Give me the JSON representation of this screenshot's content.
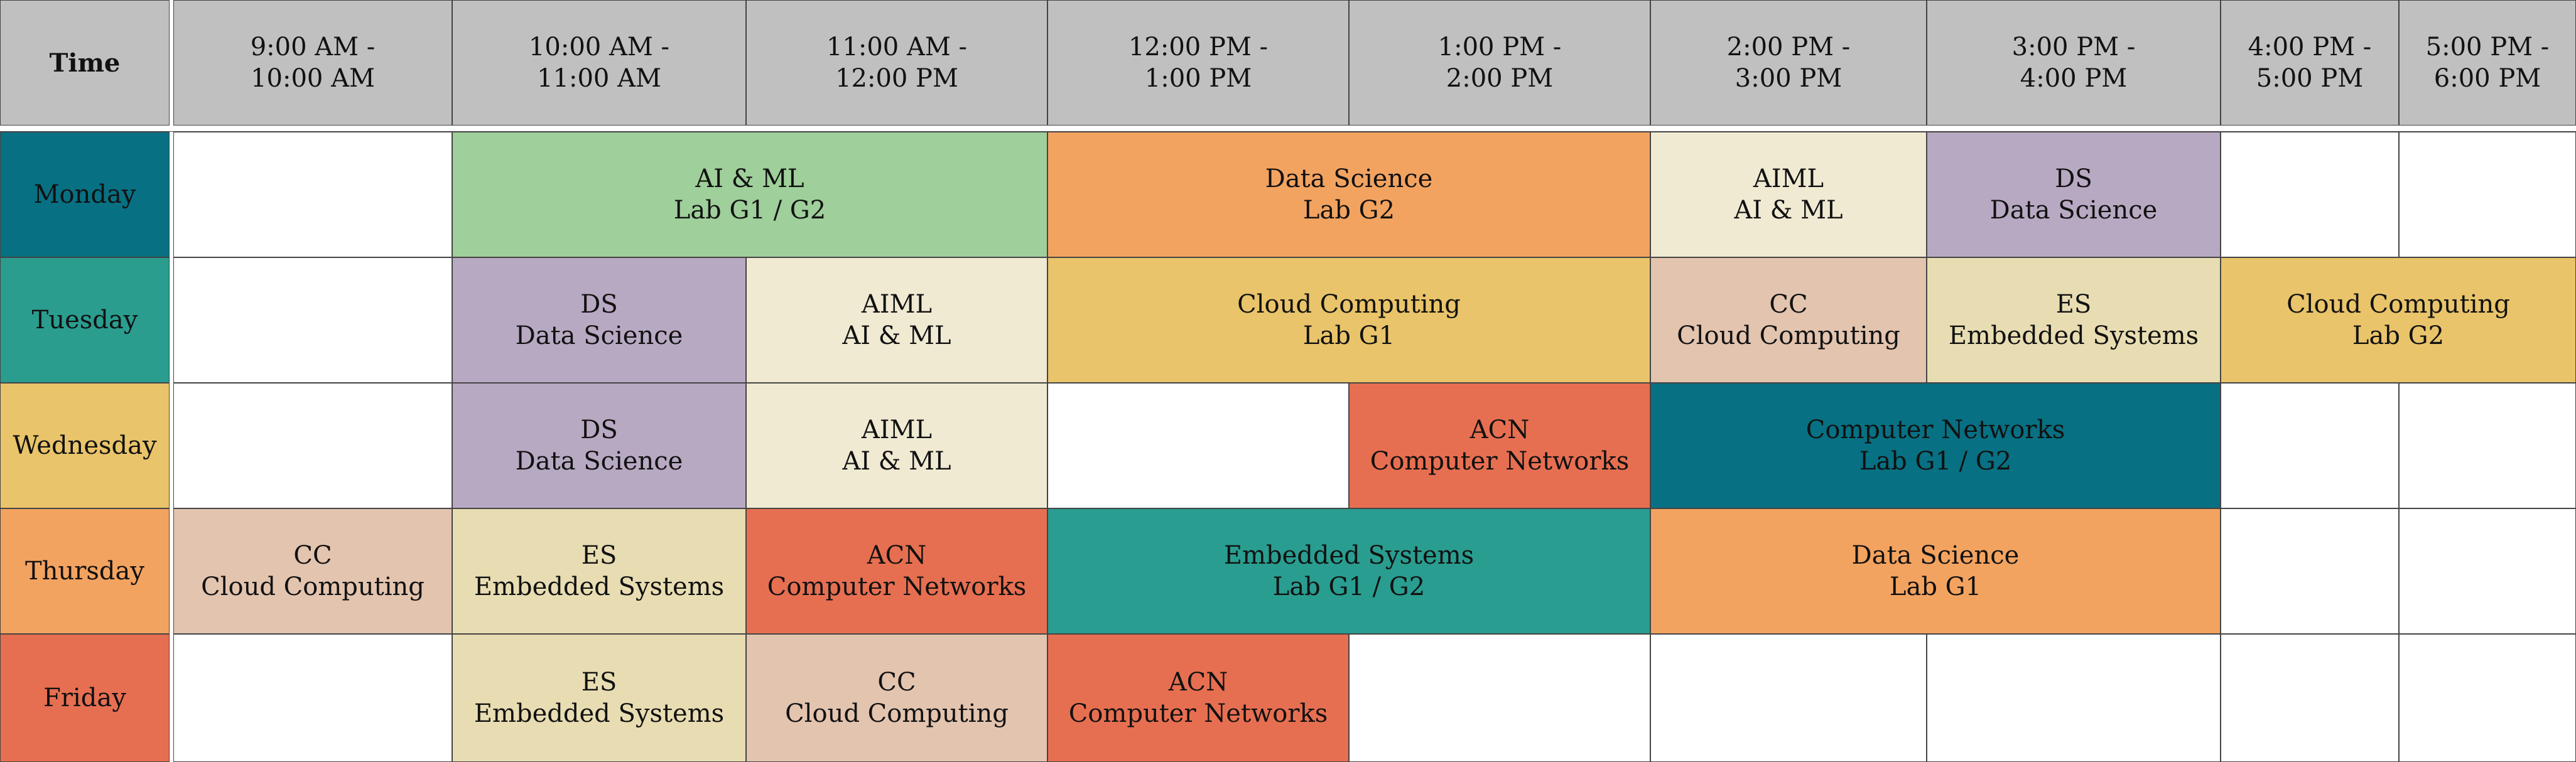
{
  "corner_label": "Time",
  "time_slots": [
    [
      "9:00 AM -",
      "10:00 AM"
    ],
    [
      "10:00 AM -",
      "11:00 AM"
    ],
    [
      "11:00 AM -",
      "12:00 PM"
    ],
    [
      "12:00 PM -",
      "1:00 PM"
    ],
    [
      "1:00 PM -",
      "2:00 PM"
    ],
    [
      "2:00 PM -",
      "3:00 PM"
    ],
    [
      "3:00 PM -",
      "4:00 PM"
    ],
    [
      "4:00 PM -",
      "5:00 PM"
    ],
    [
      "5:00 PM -",
      "6:00 PM"
    ]
  ],
  "colors": {
    "header": "#c0c0c0",
    "ai_ml_lab": "#9fcf9a",
    "data_science_lab": "#f3a360",
    "aiml": "#f0ead3",
    "ds": "#b8a9c3",
    "cloud_lab": "#e9c46a",
    "cc": "#e3c4af",
    "es": "#e8ddb2",
    "acn": "#e76f51",
    "cn_lab": "#077083",
    "es_lab": "#299d8f",
    "empty": "#ffffff"
  },
  "days": [
    {
      "name": "Monday",
      "color": "#087083",
      "entries": [
        {
          "lines": [],
          "span": 1,
          "color": "#ffffff"
        },
        {
          "lines": [
            "AI & ML",
            "Lab G1 / G2"
          ],
          "span": 2,
          "color": "#9fcf9a"
        },
        {
          "lines": [
            "Data Science",
            "Lab G2"
          ],
          "span": 2,
          "color": "#f3a360"
        },
        {
          "lines": [
            "AIML",
            "AI & ML"
          ],
          "span": 1,
          "color": "#f0ead3"
        },
        {
          "lines": [
            "DS",
            "Data Science"
          ],
          "span": 1,
          "color": "#b8a9c3"
        },
        {
          "lines": [],
          "span": 1,
          "color": "#ffffff"
        },
        {
          "lines": [],
          "span": 1,
          "color": "#ffffff"
        }
      ]
    },
    {
      "name": "Tuesday",
      "color": "#2a9d8f",
      "entries": [
        {
          "lines": [],
          "span": 1,
          "color": "#ffffff"
        },
        {
          "lines": [
            "DS",
            "Data Science"
          ],
          "span": 1,
          "color": "#b8a9c3"
        },
        {
          "lines": [
            "AIML",
            "AI & ML"
          ],
          "span": 1,
          "color": "#f0ead3"
        },
        {
          "lines": [
            "Cloud Computing",
            "Lab G1"
          ],
          "span": 2,
          "color": "#e9c46a"
        },
        {
          "lines": [
            "CC",
            "Cloud Computing"
          ],
          "span": 1,
          "color": "#e3c4af"
        },
        {
          "lines": [
            "ES",
            "Embedded Systems"
          ],
          "span": 1,
          "color": "#e8ddb2"
        },
        {
          "lines": [
            "Cloud Computing",
            "Lab G2"
          ],
          "span": 2,
          "color": "#e9c46a"
        }
      ]
    },
    {
      "name": "Wednesday",
      "color": "#e9c46a",
      "entries": [
        {
          "lines": [],
          "span": 1,
          "color": "#ffffff"
        },
        {
          "lines": [
            "DS",
            "Data Science"
          ],
          "span": 1,
          "color": "#b8a9c3"
        },
        {
          "lines": [
            "AIML",
            "AI & ML"
          ],
          "span": 1,
          "color": "#f0ead3"
        },
        {
          "lines": [],
          "span": 1,
          "color": "#ffffff"
        },
        {
          "lines": [
            "ACN",
            "Computer Networks"
          ],
          "span": 1,
          "color": "#e76f51"
        },
        {
          "lines": [
            "Computer Networks",
            "Lab G1 / G2"
          ],
          "span": 2,
          "color": "#077083"
        },
        {
          "lines": [],
          "span": 1,
          "color": "#ffffff"
        },
        {
          "lines": [],
          "span": 1,
          "color": "#ffffff"
        }
      ]
    },
    {
      "name": "Thursday",
      "color": "#f3a360",
      "entries": [
        {
          "lines": [
            "CC",
            "Cloud Computing"
          ],
          "span": 1,
          "color": "#e3c4af"
        },
        {
          "lines": [
            "ES",
            "Embedded Systems"
          ],
          "span": 1,
          "color": "#e8ddb2"
        },
        {
          "lines": [
            "ACN",
            "Computer Networks"
          ],
          "span": 1,
          "color": "#e76f51"
        },
        {
          "lines": [
            "Embedded Systems",
            "Lab G1 / G2"
          ],
          "span": 2,
          "color": "#299d8f"
        },
        {
          "lines": [
            "Data Science",
            "Lab G1"
          ],
          "span": 2,
          "color": "#f3a360"
        },
        {
          "lines": [],
          "span": 1,
          "color": "#ffffff"
        },
        {
          "lines": [],
          "span": 1,
          "color": "#ffffff"
        }
      ]
    },
    {
      "name": "Friday",
      "color": "#e76f51",
      "entries": [
        {
          "lines": [],
          "span": 1,
          "color": "#ffffff"
        },
        {
          "lines": [
            "ES",
            "Embedded Systems"
          ],
          "span": 1,
          "color": "#e8ddb2"
        },
        {
          "lines": [
            "CC",
            "Cloud Computing"
          ],
          "span": 1,
          "color": "#e3c4af"
        },
        {
          "lines": [
            "ACN",
            "Computer Networks"
          ],
          "span": 1,
          "color": "#e76f51"
        },
        {
          "lines": [],
          "span": 1,
          "color": "#ffffff"
        },
        {
          "lines": [],
          "span": 1,
          "color": "#ffffff"
        },
        {
          "lines": [],
          "span": 1,
          "color": "#ffffff"
        },
        {
          "lines": [],
          "span": 1,
          "color": "#ffffff"
        },
        {
          "lines": [],
          "span": 1,
          "color": "#ffffff"
        }
      ]
    }
  ]
}
